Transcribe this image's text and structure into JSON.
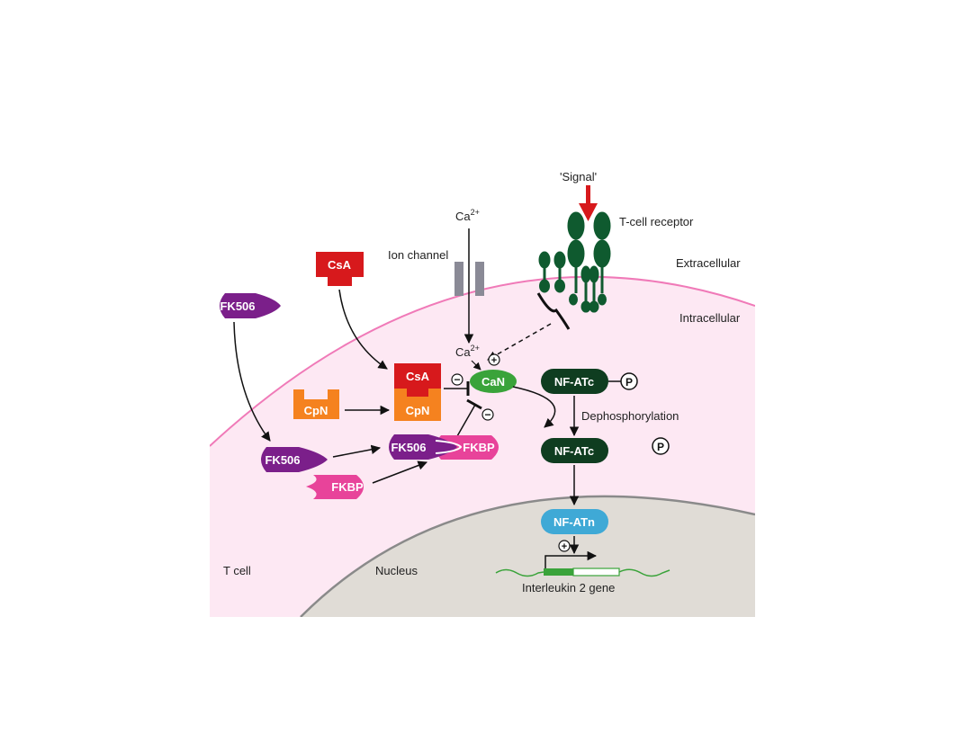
{
  "labels": {
    "signal": "'Signal'",
    "t_cell_receptor": "T-cell receptor",
    "ca_top": "Ca",
    "ca_mid": "Ca",
    "ca_sup": "2+",
    "ion_channel": "Ion channel",
    "extracellular": "Extracellular",
    "intracellular": "Intracellular",
    "dephosphorylation": "Dephosphorylation",
    "t_cell": "T cell",
    "nucleus": "Nucleus",
    "gene": "Interleukin 2 gene"
  },
  "molecules": {
    "csa": "CsA",
    "cpn": "CpN",
    "fk506": "FK506",
    "fkbp": "FKBP",
    "can": "CaN",
    "nfatc": "NF-ATc",
    "nfatn": "NF-ATn",
    "p": "P",
    "plus": "+",
    "minus": "−"
  },
  "colors": {
    "membrane": "#f07ab8",
    "cytoplasm": "#fde8f3",
    "nucleus": "#e0dcd6",
    "nucleus_edge": "#8a8a8a",
    "csa": "#d7191c",
    "cpn": "#f5821f",
    "fk506": "#7b1f8a",
    "fkbp": "#e8439a",
    "can": "#3aa33a",
    "nfatc": "#0f3d20",
    "nfatn": "#3fa9d6",
    "receptor": "#0f5a2f",
    "signal_arrow": "#d7191c",
    "channel": "#8a8a96",
    "gene_line": "#3aa33a"
  }
}
